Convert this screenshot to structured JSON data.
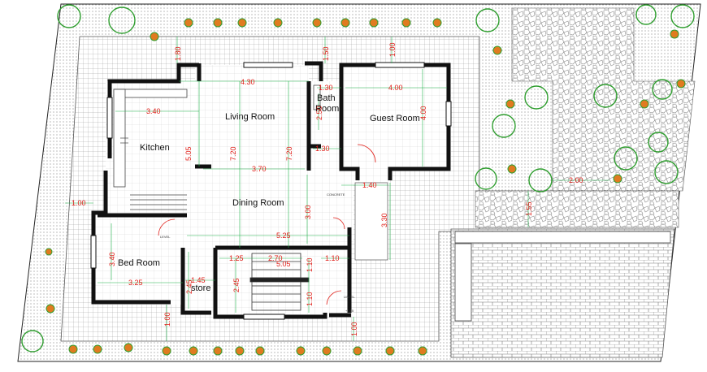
{
  "rooms": {
    "living": "Living Room",
    "bath_line1": "Bath",
    "bath_line2": "Room",
    "guest": "Guest Room",
    "kitchen": "Kitchen",
    "dining": "Dining  Room",
    "bed": "Bed Room",
    "store": "store"
  },
  "dimensions": {
    "d430": "4.30",
    "d340a": "3.40",
    "d130a": "1.30",
    "d400a": "4.00",
    "d400b": "4.00",
    "d505": "5.05",
    "d720a": "7.20",
    "d720b": "7.20",
    "d130b": "1.30",
    "d370": "3.70",
    "d140": "1.40",
    "d330": "3.30",
    "d300": "3.00",
    "d525": "5.25",
    "d100a": "1.00",
    "d340b": "3.40",
    "d325": "3.25",
    "d125": "1.25",
    "d270": "2.70",
    "d505b": "5.05",
    "d110a": "1.10",
    "d110b": "1.10",
    "d110c": "1.10",
    "d145": "1.45",
    "d245a": "2.45",
    "d245b": "2.45",
    "d100b": "1.00",
    "d100c": "1.00",
    "d180": "1.80",
    "d150": "1.50",
    "d100d": "1.00",
    "d200": "2.00",
    "d155": "1.55",
    "d250": "2.50"
  },
  "notes": {
    "slab": "CONCRETE",
    "level": "LEVEL",
    "lintel": "LINTEL",
    "mark": "+0.15"
  },
  "colors": {
    "wall": "#111111",
    "dimension": "#e0201a",
    "tree": "#2f9e2f",
    "flower": "#e07b20",
    "paving": "#bbbbbb"
  }
}
